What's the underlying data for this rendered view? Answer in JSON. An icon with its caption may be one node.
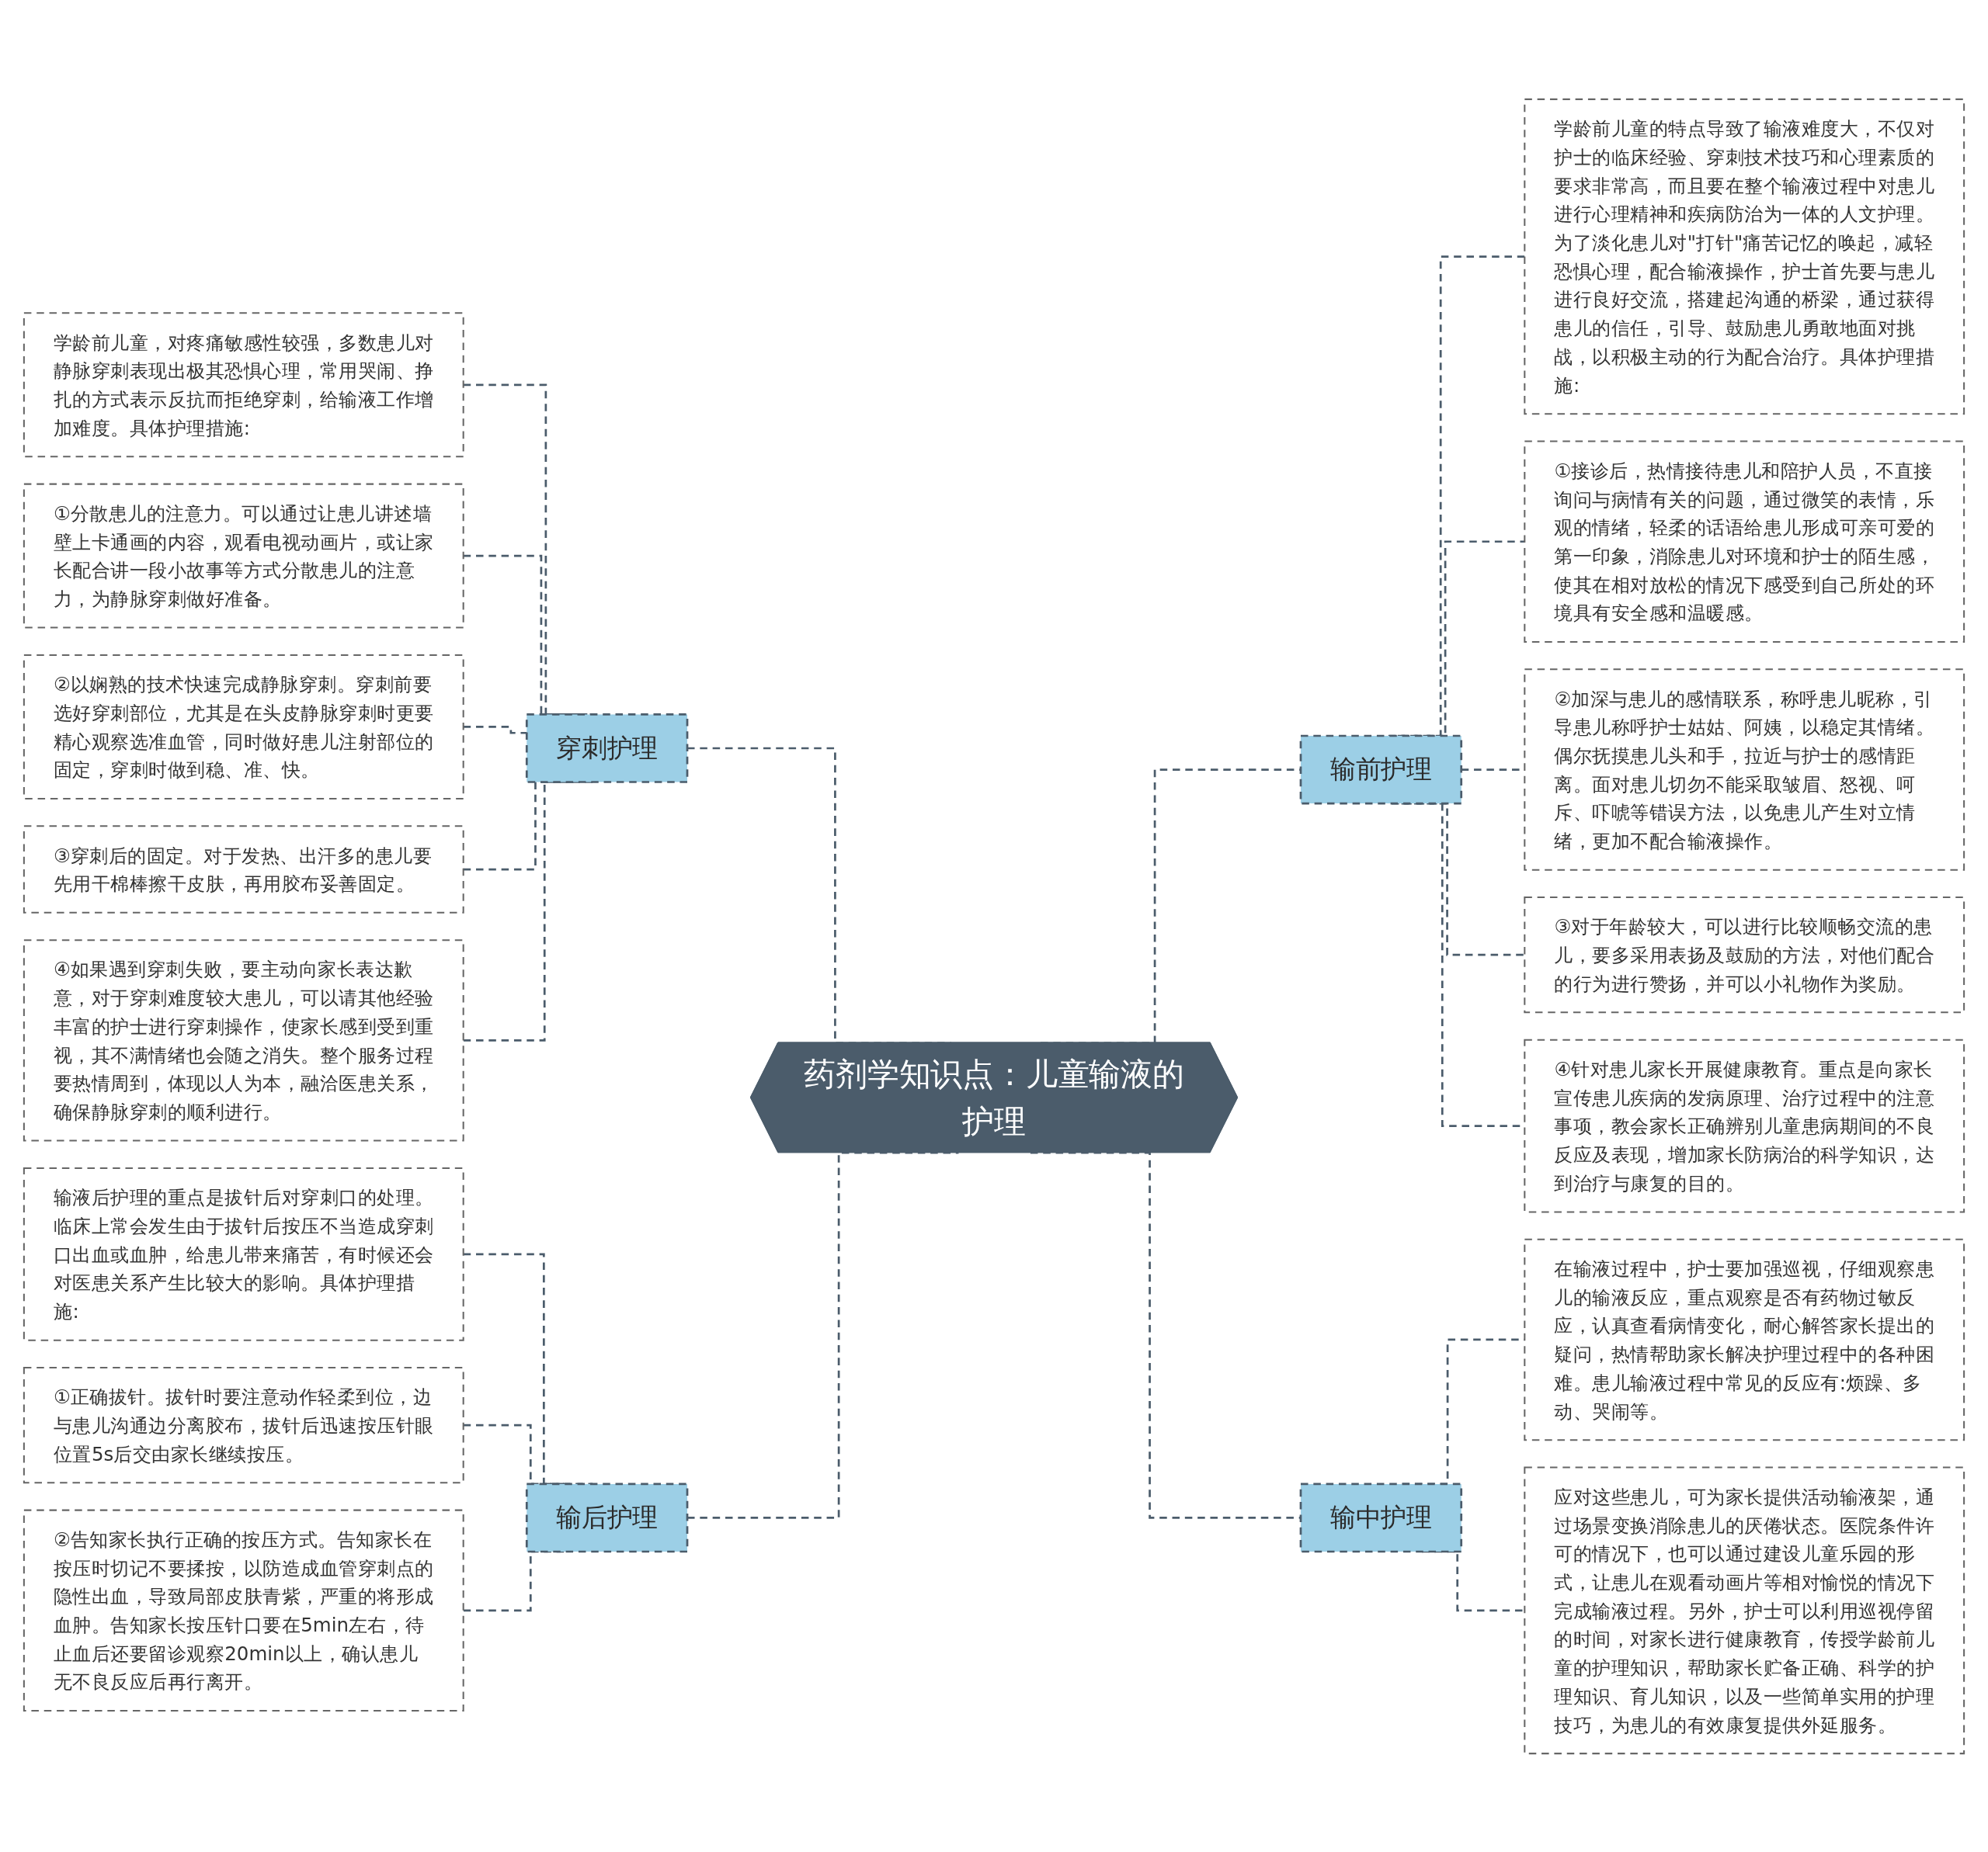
{
  "diagram": {
    "nodes": [
      {
        "text": [
          "药剂学知识点：儿童输液的护理"
        ]
      },
      {
        "text": [
          "穿刺护理"
        ]
      },
      {
        "text": [
          "学龄前儿童，对疼痛敏感性较强，多数患儿对静脉穿刺表现出极其恐惧心理，常用哭闹、挣扎的方式表示反抗而拒绝穿刺，给输液工作增加难度。具体护理措施:"
        ]
      },
      {
        "text": [
          "①分散患儿的注意力。可以通过让患儿讲述墙壁上卡通画的内容，观看电视动画片，或让家长配合讲一段小故事等方式分散患儿的注意力，为静脉穿刺做好准备。"
        ]
      },
      {
        "text": [
          "②以娴熟的技术快速完成静脉穿刺。穿刺前要选好穿刺部位，尤其是在头皮静脉穿刺时更要精心观察选准血管，同时做好患儿注射部位的固定，穿刺时做到稳、准、快。"
        ]
      },
      {
        "text": [
          "③穿刺后的固定。对于发热、出汗多的患儿要先用干棉棒擦干皮肤，再用胶布妥善固定。"
        ]
      },
      {
        "text": [
          "④如果遇到穿刺失败，要主动向家长表达歉意，对于穿刺难度较大患儿，可以请其他经验丰富的护士进行穿刺操作，使家长感到受到重视，其不满情绪也会随之消失。整个服务过程要热情周到，体现以人为本，融洽医患关系，确保静脉穿刺的顺利进行。"
        ]
      },
      {
        "text": [
          "输后护理"
        ]
      },
      {
        "text": [
          "输液后护理的重点是拔针后对穿刺口的处理。临床上常会发生由于拔针后按压不当造成穿刺口出血或血肿，给患儿带来痛苦，有时候还会对医患关系产生比较大的影响。具体护理措施:"
        ]
      },
      {
        "text": [
          "①正确拔针。拔针时要注意动作轻柔到位，边与患儿沟通边分离胶布，拔针后迅速按压针眼位置5s后交由家长继续按压。"
        ]
      },
      {
        "text": [
          "②告知家长执行正确的按压方式。告知家长在按压时切记不要揉按，以防造成血管穿刺点的隐性出血，导致局部皮肤青紫，严重的将形成血肿。告知家长按压针口要在5min左右，待止血后还要留诊观察20min以上，确认患儿无不良反应后再行离开。"
        ]
      },
      {
        "text": [
          "输前护理"
        ]
      },
      {
        "text": [
          "学龄前儿童的特点导致了输液难度大，不仅对护士的临床经验、穿刺技术技巧和心理素质的要求非常高，而且要在整个输液过程中对患儿进行心理精神和疾病防治为一体的人文护理。为了淡化患儿对\"打针\"痛苦记忆的唤起，减轻恐惧心理，配合输液操作，护士首先要与患儿进行良好交流，搭建起沟通的桥梁，通过获得患儿的信任，引导、鼓励患儿勇敢地面对挑战，以积极主动的行为配合治疗。具体护理措施:"
        ]
      },
      {
        "text": [
          "①接诊后，热情接待患儿和陪护人员，不直接询问与病情有关的问题，通过微笑的表情，乐观的情绪，轻柔的话语给患儿形成可亲可爱的第一印象，消除患儿对环境和护士的陌生感，使其在相对放松的情况下感受到自己所处的环境具有安全感和温暖感。"
        ]
      },
      {
        "text": [
          "②加深与患儿的感情联系，称呼患儿昵称，引导患儿称呼护士姑姑、阿姨，以稳定其情绪。偶尔抚摸患儿头和手，拉近与护士的感情距离。面对患儿切勿不能采取皱眉、怒视、呵斥、吓唬等错误方法，以免患儿产生对立情绪，更加不配合输液操作。"
        ]
      },
      {
        "text": [
          "③对于年龄较大，可以进行比较顺畅交流的患儿，要多采用表扬及鼓励的方法，对他们配合的行为进行赞扬，并可以小礼物作为奖励。"
        ]
      },
      {
        "text": [
          "④针对患儿家长开展健康教育。重点是向家长宣传患儿疾病的发病原理、治疗过程中的注意事项，教会家长正确辨别儿童患病期间的不良反应及表现，增加家长防病治的科学知识，达到治疗与康复的目的。"
        ]
      },
      {
        "text": [
          "输中护理"
        ]
      },
      {
        "text": [
          "在输液过程中，护士要加强巡视，仔细观察患儿的输液反应，重点观察是否有药物过敏反应，认真查看病情变化，耐心解答家长提出的疑问，热情帮助家长解决护理过程中的各种困难。患儿输液过程中常见的反应有:烦躁、多动、哭闹等。"
        ]
      },
      {
        "text": [
          "应对这些患儿，可为家长提供活动输液架，通过场景变换消除患儿的厌倦状态。医院条件许可的情况下，也可以通过建设儿童乐园的形式，让患儿在观看动画片等相对愉悦的情况下完成输液过程。另外，护士可以利用巡视停留的时间，对家长进行健康教育，传授学龄前儿童的护理知识，帮助家长贮备正确、科学的护理知识、育儿知识，以及一些简单实用的护理技巧，为患儿的有效康复提供外延服务。"
        ]
      }
    ],
    "edges": [
      {
        "from": 1,
        "to": 0,
        "arrow": "none",
        "style": "dashed"
      },
      {
        "from": 2,
        "to": 1,
        "arrow": "none",
        "style": "dashed"
      },
      {
        "from": 3,
        "to": 1,
        "arrow": "none",
        "style": "dashed"
      },
      {
        "from": 4,
        "to": 1,
        "arrow": "none",
        "style": "dashed"
      },
      {
        "from": 5,
        "to": 1,
        "arrow": "none",
        "style": "dashed"
      },
      {
        "from": 6,
        "to": 1,
        "arrow": "none",
        "style": "dashed"
      },
      {
        "from": 7,
        "to": 0,
        "arrow": "none",
        "style": "dashed"
      },
      {
        "from": 8,
        "to": 7,
        "arrow": "none",
        "style": "dashed"
      },
      {
        "from": 9,
        "to": 7,
        "arrow": "none",
        "style": "dashed"
      },
      {
        "from": 10,
        "to": 7,
        "arrow": "none",
        "style": "dashed"
      },
      {
        "from": 0,
        "to": 11,
        "arrow": "none",
        "style": "dashed"
      },
      {
        "from": 11,
        "to": 12,
        "arrow": "none",
        "style": "dashed"
      },
      {
        "from": 11,
        "to": 13,
        "arrow": "none",
        "style": "dashed"
      },
      {
        "from": 11,
        "to": 14,
        "arrow": "none",
        "style": "dashed"
      },
      {
        "from": 11,
        "to": 15,
        "arrow": "none",
        "style": "dashed"
      },
      {
        "from": 11,
        "to": 16,
        "arrow": "none",
        "style": "dashed"
      },
      {
        "from": 0,
        "to": 17,
        "arrow": "none",
        "style": "dashed"
      },
      {
        "from": 17,
        "to": 18,
        "arrow": "none",
        "style": "dashed"
      },
      {
        "from": 17,
        "to": 19,
        "arrow": "none",
        "style": "dashed"
      }
    ]
  }
}
